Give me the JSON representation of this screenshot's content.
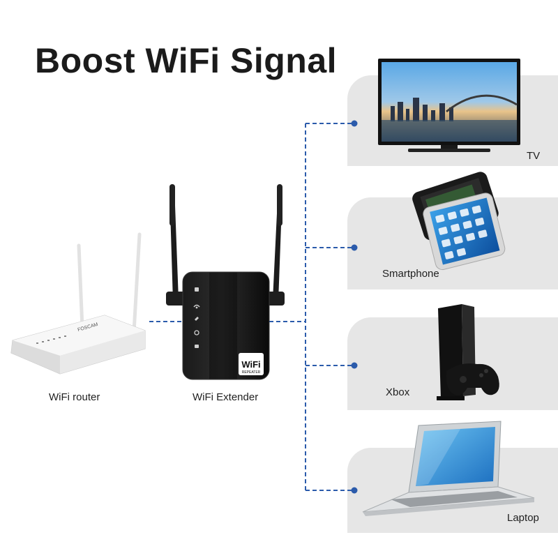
{
  "title": "Boost WiFi Signal",
  "colors": {
    "connector": "#2b5bab",
    "panel": "#e6e6e6",
    "title": "#1b1b1b"
  },
  "router": {
    "label": "WiFi router",
    "brand_text": "FOSCAM"
  },
  "extender": {
    "label": "WiFi Extender",
    "badge_text": "WiFi",
    "badge_subtext": "REPEATER"
  },
  "devices": [
    {
      "label": "TV",
      "icon": "tv-icon"
    },
    {
      "label": "Smartphone",
      "icon": "smartphone-icon"
    },
    {
      "label": "Xbox",
      "icon": "xbox-console-icon"
    },
    {
      "label": "Laptop",
      "icon": "laptop-icon"
    }
  ]
}
